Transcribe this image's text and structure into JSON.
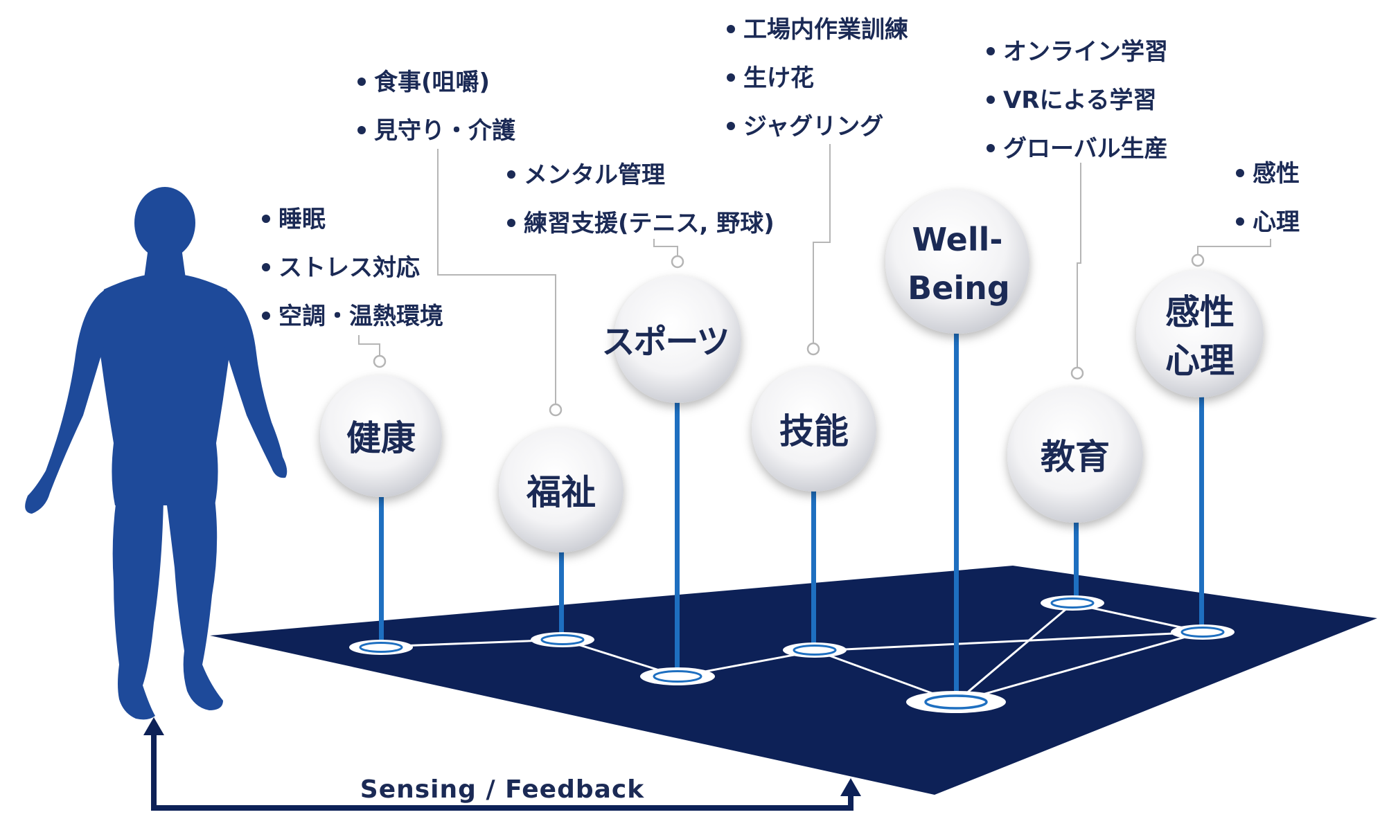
{
  "colors": {
    "navy": "#0d2157",
    "figure": "#1e4a9a",
    "pin": "#1e6fc0",
    "text": "#1b2a55",
    "leader": "#b5b5b5"
  },
  "nodes": [
    {
      "id": "kenkou",
      "label": [
        "健康"
      ],
      "bullets": [
        "睡眠",
        "ストレス対応",
        "空調・温熱環境"
      ]
    },
    {
      "id": "fukushi",
      "label": [
        "福祉"
      ],
      "bullets": [
        "食事(咀嚼)",
        "見守り・介護"
      ]
    },
    {
      "id": "sports",
      "label": [
        "スポーツ"
      ],
      "bullets": [
        "メンタル管理",
        "練習支援(テニス, 野球)"
      ]
    },
    {
      "id": "ginou",
      "label": [
        "技能"
      ],
      "bullets": [
        "工場内作業訓練",
        "生け花",
        "ジャグリング"
      ]
    },
    {
      "id": "wellbeing",
      "label": [
        "Well-",
        "Being"
      ],
      "bullets": []
    },
    {
      "id": "kyouiku",
      "label": [
        "教育"
      ],
      "bullets": [
        "オンライン学習",
        "VRによる学習",
        "グローバル生産"
      ]
    },
    {
      "id": "kansei",
      "label": [
        "感性",
        "心理"
      ],
      "bullets": [
        "感性",
        "心理"
      ]
    }
  ],
  "feedback_label": "Sensing / Feedback",
  "figure_icon": "human-silhouette-icon"
}
